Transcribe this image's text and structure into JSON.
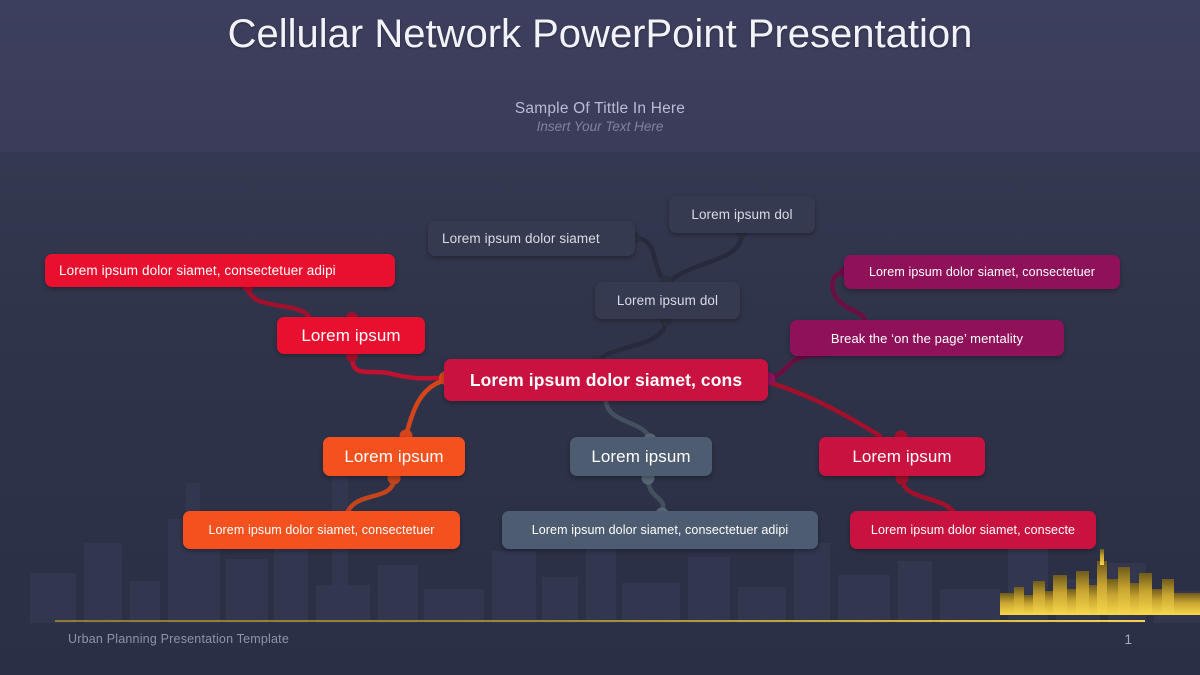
{
  "slide": {
    "title": "Cellular Network PowerPoint Presentation",
    "subtitle_main": "Sample Of Tittle In Here",
    "subtitle_sub": "Insert Your Text Here"
  },
  "footer": {
    "template_name": "Urban Planning Presentation Template",
    "page_number": "1"
  },
  "mindmap": {
    "center": {
      "label": "Lorem ipsum dolor siamet, cons",
      "color": "#c9123f"
    },
    "nodes": [
      {
        "id": "left_top",
        "label": "Lorem ipsum dolor siamet, consectetuer adipi",
        "color": "#e8102e"
      },
      {
        "id": "left_mid",
        "label": "Lorem ipsum",
        "color": "#e8102e"
      },
      {
        "id": "top_left",
        "label": "Lorem ipsum dolor siamet",
        "color": "#353a50"
      },
      {
        "id": "top_right",
        "label": "Lorem ipsum dol",
        "color": "#353a50"
      },
      {
        "id": "top_mid",
        "label": "Lorem ipsum dol",
        "color": "#353a50"
      },
      {
        "id": "right_top",
        "label": "Lorem ipsum dolor siamet, consectetuer",
        "color": "#8e1159"
      },
      {
        "id": "right_mid",
        "label": "Break the ‘on the page’ mentality",
        "color": "#8e1159"
      },
      {
        "id": "orange_branch",
        "label": "Lorem ipsum",
        "color": "#f4511e"
      },
      {
        "id": "orange_leaf",
        "label": "Lorem ipsum dolor siamet, consectetuer",
        "color": "#f4511e"
      },
      {
        "id": "slate_branch",
        "label": "Lorem ipsum",
        "color": "#4d5c70"
      },
      {
        "id": "slate_leaf",
        "label": "Lorem ipsum dolor siamet, consectetuer adipi",
        "color": "#4d5c70"
      },
      {
        "id": "red_branch",
        "label": "Lorem ipsum",
        "color": "#c9123f"
      },
      {
        "id": "red_leaf",
        "label": "Lorem ipsum dolor siamet, consecte",
        "color": "#c9123f"
      }
    ]
  },
  "theme": {
    "background_top": "#3b3d5c",
    "background_bottom": "#2b2f45",
    "accent_gold": "#f5d44a",
    "skyline_gold": "#e8c037"
  }
}
